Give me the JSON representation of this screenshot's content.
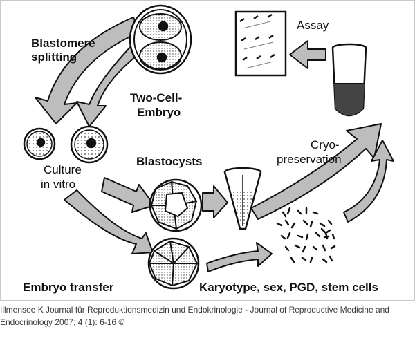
{
  "labels": {
    "blastomere_splitting_line1": "Blastomere",
    "blastomere_splitting_line2": "splitting",
    "two_cell_embryo_line1": "Two-Cell-",
    "two_cell_embryo_line2": "Embryo",
    "assay": "Assay",
    "culture_line1": "Culture",
    "culture_line2": "in vitro",
    "blastocysts": "Blastocysts",
    "cryo_line1": "Cryo-",
    "cryo_line2": "preservation",
    "embryo_transfer": "Embryo transfer",
    "karyotype": "Karyotype, sex, PGD, stem cells"
  },
  "caption": {
    "line1": "Illmensee K Journal für Reproduktionsmedizin und Endokrinologie - Journal of Reproductive Medicine and",
    "line2": "Endocrinology 2007; 4 (1): 6-16 ©"
  },
  "colors": {
    "arrow_fill": "#bdbdbd",
    "ink": "#111111",
    "caption_text": "#3a3a3a"
  }
}
